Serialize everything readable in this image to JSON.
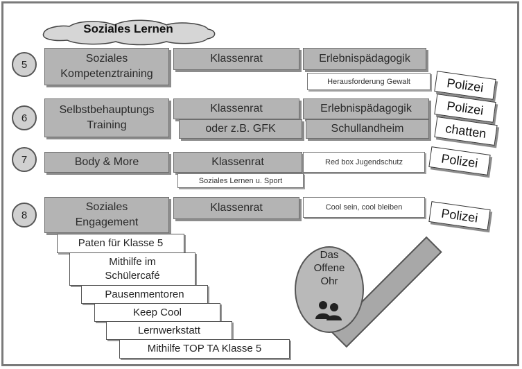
{
  "title": "Soziales Lernen",
  "rows": [
    {
      "number": "5",
      "program": [
        "Soziales",
        "Kompetenztraining"
      ],
      "council": "Klassenrat",
      "adventure": "Erlebnispädagogik",
      "extra": "Herausforderung Gewalt",
      "police": "Polizei"
    },
    {
      "number": "6",
      "program": [
        "Selbstbehauptungs",
        "Training"
      ],
      "council": "Klassenrat",
      "council_sub": "oder z.B. GFK",
      "adventure": "Erlebnispädagogik",
      "adventure_sub": "Schullandheim",
      "police": "Polizei",
      "chat": "chatten"
    },
    {
      "number": "7",
      "program": [
        "Body & More"
      ],
      "council": "Klassenrat",
      "council_sub": "Soziales Lernen u. Sport",
      "extra": "Red box Jugendschutz",
      "police": "Polizei"
    },
    {
      "number": "8",
      "program": [
        "Soziales",
        "Engagement"
      ],
      "council": "Klassenrat",
      "extra": "Cool sein, cool bleiben",
      "police": "Polizei"
    }
  ],
  "staircase": [
    [
      "Paten für Klasse 5"
    ],
    [
      "Mithilfe im",
      "Schülercafé"
    ],
    [
      "Pausenmentoren"
    ],
    [
      "Keep Cool"
    ],
    [
      "Lernwerkstatt"
    ],
    [
      "Mithilfe TOP TA Klasse 5"
    ]
  ],
  "open_ear": [
    "Das",
    "Offene",
    "Ohr"
  ]
}
